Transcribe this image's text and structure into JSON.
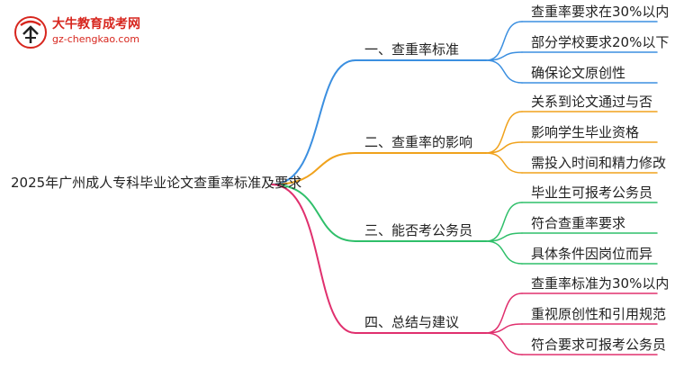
{
  "logo": {
    "title": "大牛教育成考网",
    "url": "gz-chengkao.com"
  },
  "mindmap": {
    "root": "2025年广州成人专科毕业论文查重率标准及要求",
    "branches": [
      {
        "label": "一、查重率标准",
        "color": "#3b8fe0",
        "children": [
          "查重率要求在30%以内",
          "部分学校要求20%以下",
          "确保论文原创性"
        ]
      },
      {
        "label": "二、查重率的影响",
        "color": "#f0a21c",
        "children": [
          "关系到论文通过与否",
          "影响学生毕业资格",
          "需投入时间和精力修改"
        ]
      },
      {
        "label": "三、能否考公务员",
        "color": "#2fbf6a",
        "children": [
          "毕业生可报考公务员",
          "符合查重率要求",
          "具体条件因岗位而异"
        ]
      },
      {
        "label": "四、总结与建议",
        "color": "#e0306e",
        "children": [
          "查重率标准为30%以内",
          "重视原创性和引用规范",
          "符合要求可报考公务员"
        ]
      }
    ]
  }
}
